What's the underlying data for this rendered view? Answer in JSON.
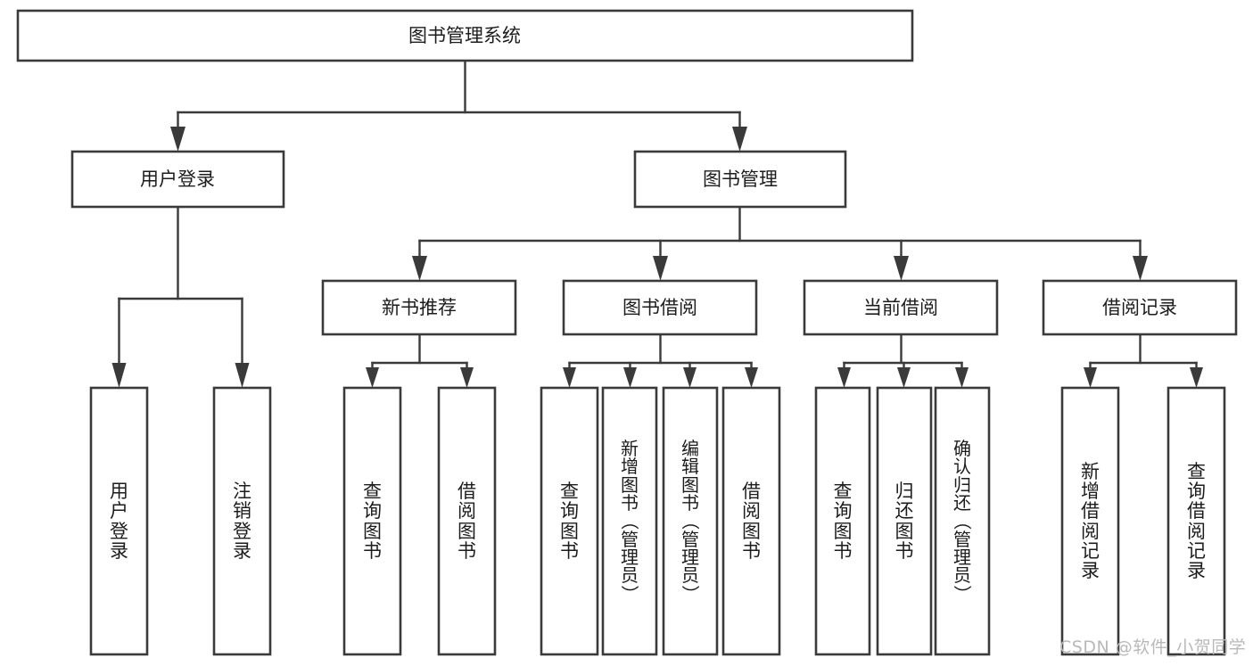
{
  "diagram": {
    "type": "hierarchy-tree",
    "title": "图书管理系统",
    "orientation": "top-down",
    "colors": {
      "box_fill": "#ffffff",
      "box_stroke": "#3a3a3a",
      "connector": "#3a3a3a",
      "text": "#1c1c1c",
      "watermark": "#b9b9b9",
      "background": "#ffffff"
    },
    "root": {
      "label": "图书管理系统",
      "name": "node-root-library-system"
    },
    "level2": [
      {
        "label": "用户登录",
        "name": "node-user-login"
      },
      {
        "label": "图书管理",
        "name": "node-book-management"
      }
    ],
    "level3": [
      {
        "label": "新书推荐",
        "name": "node-new-book-recommend"
      },
      {
        "label": "图书借阅",
        "name": "node-book-borrow"
      },
      {
        "label": "当前借阅",
        "name": "node-current-borrow"
      },
      {
        "label": "借阅记录",
        "name": "node-borrow-record"
      }
    ],
    "leaves": {
      "user_login": [
        {
          "label": "用户登录",
          "name": "leaf-user-login"
        },
        {
          "label": "注销登录",
          "name": "leaf-logout-login"
        }
      ],
      "new_book_recommend": [
        {
          "label": "查询图书",
          "name": "leaf-query-book-recommend"
        },
        {
          "label": "借阅图书",
          "name": "leaf-borrow-book-recommend"
        }
      ],
      "book_borrow": [
        {
          "label": "查询图书",
          "name": "leaf-query-book-borrow"
        },
        {
          "label": "新增图书（管理员）",
          "name": "leaf-add-book-admin"
        },
        {
          "label": "编辑图书（管理员）",
          "name": "leaf-edit-book-admin"
        },
        {
          "label": "借阅图书",
          "name": "leaf-borrow-book"
        }
      ],
      "current_borrow": [
        {
          "label": "查询图书",
          "name": "leaf-query-book-current"
        },
        {
          "label": "归还图书",
          "name": "leaf-return-book"
        },
        {
          "label": "确认归还（管理员）",
          "name": "leaf-confirm-return-admin"
        }
      ],
      "borrow_record": [
        {
          "label": "新增借阅记录",
          "name": "leaf-add-borrow-record"
        },
        {
          "label": "查询借阅记录",
          "name": "leaf-query-borrow-record"
        }
      ]
    }
  },
  "watermark": {
    "text": "CSDN @软件_小贺同学"
  }
}
